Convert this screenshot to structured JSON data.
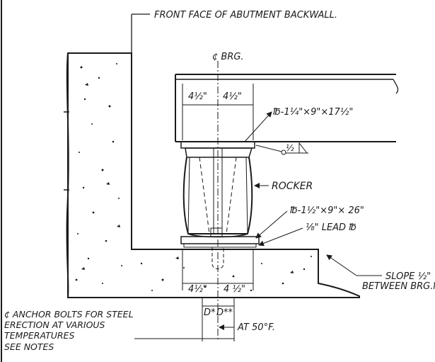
{
  "labels": {
    "front_face": "FRONT FACE OF ABUTMENT BACKWALL.",
    "cl_brg": "¢ BRG.",
    "dim_top_left": "4½\"",
    "dim_top_right": "4½\"",
    "plate_top": "℔-1¼\"×9\"×17½\"",
    "weld": "½",
    "rocker": "ROCKER",
    "plate_bottom": "℔-1½\"×9\"× 26\"",
    "lead_plate": "⅛\" LEAD ℔",
    "slope_line1": "SLOPE ½\"",
    "slope_line2": "BETWEEN BRG.℔s",
    "dim_bot_left": "4½\"",
    "dim_bot_right": "4 ½\"",
    "d_left": "D*",
    "d_right": "D**",
    "at_temp": "AT 50°F.",
    "anchor_note_1": "¢ ANCHOR BOLTS FOR STEEL",
    "anchor_note_2": "ERECTION AT VARIOUS",
    "anchor_note_3": "TEMPERATURES",
    "anchor_note_4": "SEE NOTES"
  }
}
